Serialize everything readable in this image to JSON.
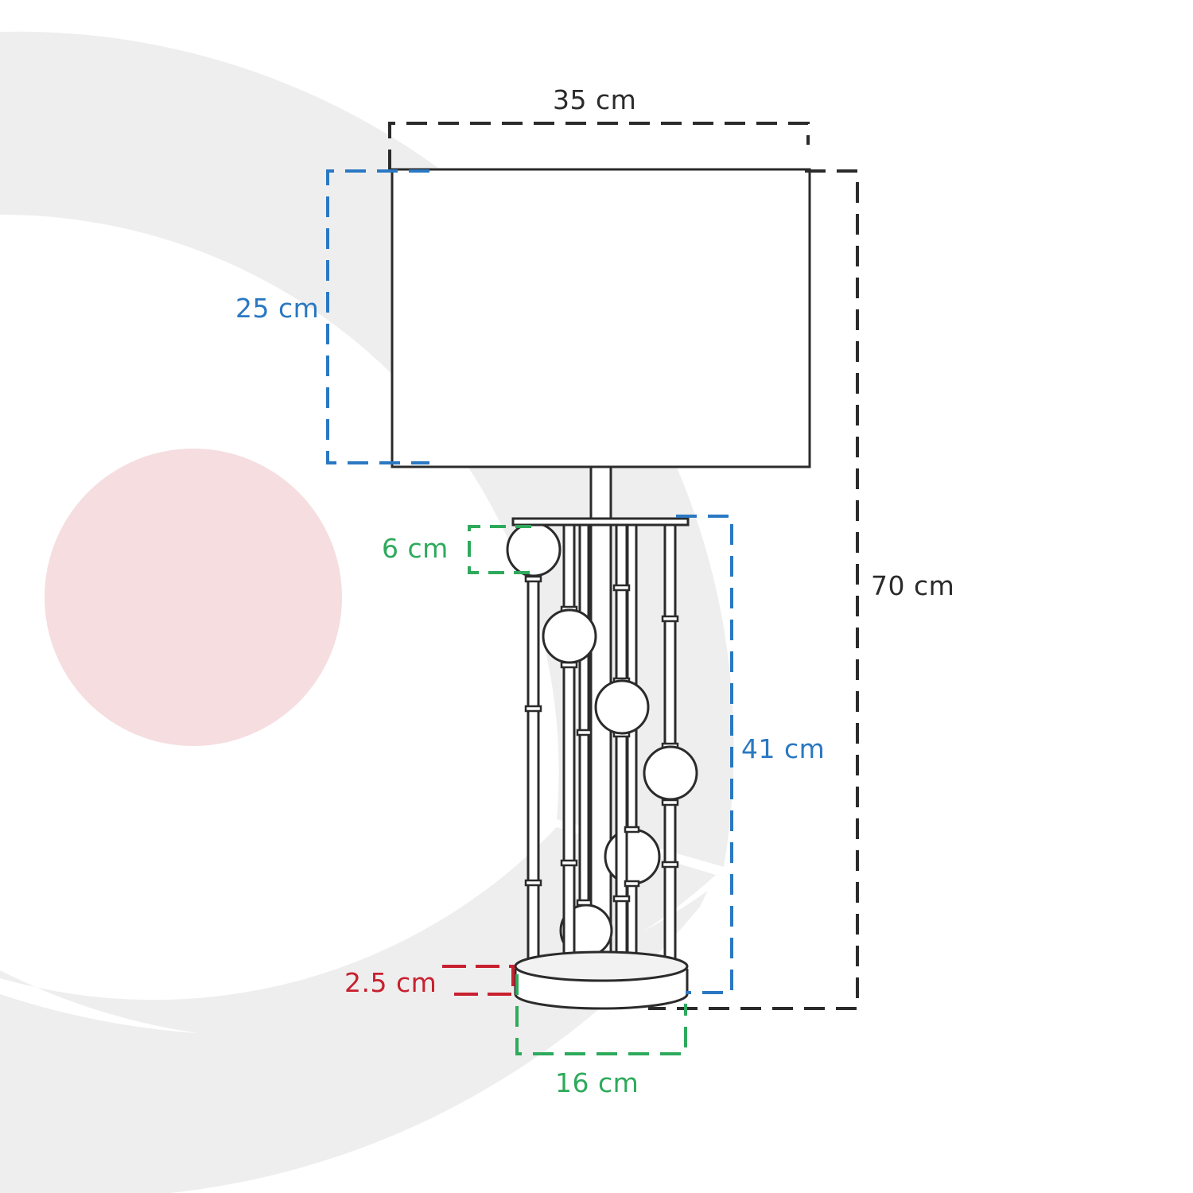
{
  "product": "table-lamp",
  "colors": {
    "outline": "#2b2b2b",
    "dim_black": "#2b2b2b",
    "dim_blue": "#2a78c2",
    "dim_green": "#2eaa5c",
    "dim_red": "#c8202f",
    "bg_arc": "#eeeeee",
    "bg_dot": "#f5dde0"
  },
  "dimensions": {
    "overall_width": {
      "label": "35 cm",
      "value": 35,
      "unit": "cm",
      "color": "#2b2b2b"
    },
    "overall_height": {
      "label": "70 cm",
      "value": 70,
      "unit": "cm",
      "color": "#2b2b2b"
    },
    "shade_height": {
      "label": "25 cm",
      "value": 25,
      "unit": "cm",
      "color": "#2a78c2"
    },
    "body_height": {
      "label": "41 cm",
      "value": 41,
      "unit": "cm",
      "color": "#2a78c2"
    },
    "sphere_diameter": {
      "label": "6 cm",
      "value": 6,
      "unit": "cm",
      "color": "#2eaa5c"
    },
    "base_diameter": {
      "label": "16 cm",
      "value": 16,
      "unit": "cm",
      "color": "#2eaa5c"
    },
    "base_height": {
      "label": "2.5 cm",
      "value": 2.5,
      "unit": "cm",
      "color": "#c8202f"
    }
  }
}
